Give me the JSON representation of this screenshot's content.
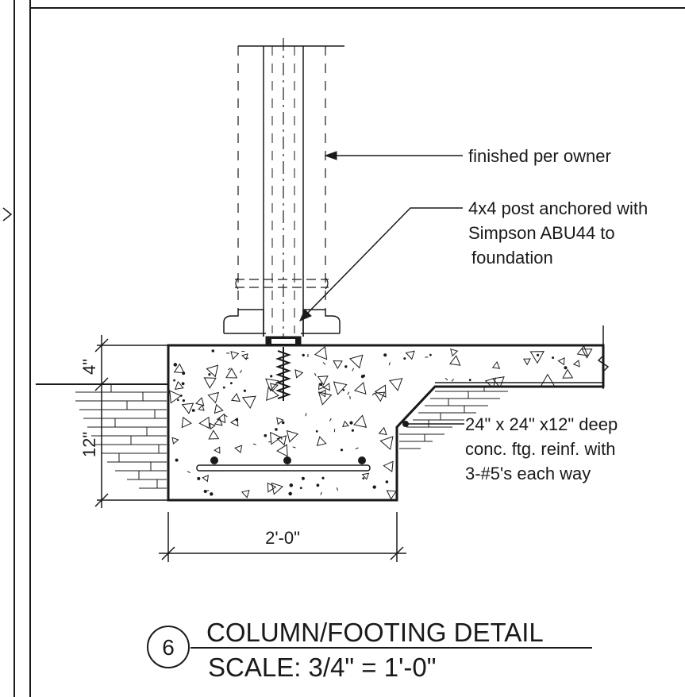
{
  "labels": {
    "finish_note": "finished per owner",
    "post_note": [
      "4x4 post anchored with",
      "Simpson ABU44 to",
      "foundation"
    ],
    "footing_note": [
      "24\" x 24\" x12\" deep",
      "conc. ftg. reinf. with",
      "3-#5's each way"
    ]
  },
  "dimensions": {
    "slab_thickness": "4\"",
    "footing_depth": "12\"",
    "footing_width": "2'-0\""
  },
  "title_block": {
    "detail_number": "6",
    "title": "COLUMN/FOOTING DETAIL",
    "scale": "SCALE: 3/4\" = 1'-0\""
  },
  "colors": {
    "line": "#1a1a1a",
    "paper": "#ffffff"
  }
}
